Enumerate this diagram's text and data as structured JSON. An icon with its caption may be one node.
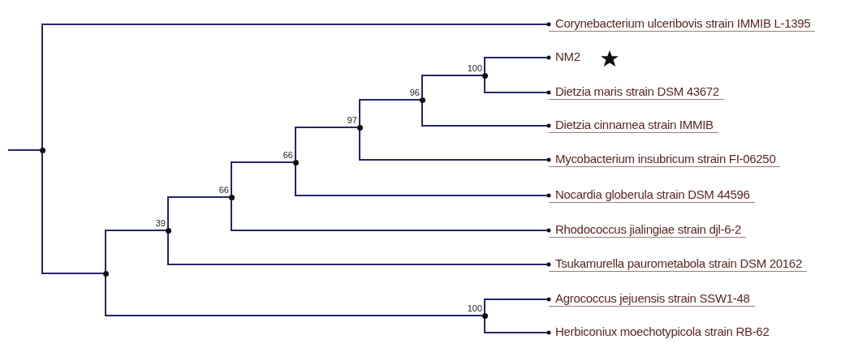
{
  "diagram": {
    "nodes": [
      {
        "text": [],
        "shape": "circle"
      },
      {
        "text": [
          "Corynebacterium ulceribovis strain IMMIB L-1395"
        ]
      },
      {
        "text": [
          "NM2"
        ]
      },
      {
        "text": [
          "Dietzia maris strain DSM 43672"
        ]
      },
      {
        "text": [
          "Dietzia cinnamea strain IMMIB"
        ]
      },
      {
        "text": [
          "Mycobacterium insubricum strain FI-06250"
        ]
      },
      {
        "text": [
          "Nocardia globerula strain DSM 44596"
        ]
      },
      {
        "text": [
          "Rhodococcus jialingiae strain djl-6-2"
        ]
      },
      {
        "text": [
          "Tsukamurella paurometabola strain DSM 20162"
        ]
      },
      {
        "text": [
          "Agrococcus jejuensis strain SSW1-48"
        ]
      },
      {
        "text": [
          "Herbiconiux moechotypicola strain RB-62"
        ]
      },
      {
        "text": [],
        "shape": "circle",
        "beside": [
          "100"
        ]
      },
      {
        "text": [],
        "shape": "circle",
        "beside": [
          "96"
        ]
      },
      {
        "text": [],
        "shape": "circle",
        "beside": [
          "97"
        ]
      },
      {
        "text": [],
        "shape": "circle",
        "beside": [
          "66"
        ]
      },
      {
        "text": [],
        "shape": "circle",
        "beside": [
          "66"
        ]
      },
      {
        "text": [],
        "shape": "circle",
        "beside": [
          "39"
        ]
      },
      {
        "text": [],
        "shape": "circle"
      },
      {
        "text": [],
        "shape": "circle",
        "beside": [
          "100"
        ]
      }
    ],
    "edges": [
      {
        "from": null,
        "to": 0,
        "arrow": "none"
      },
      {
        "from": 0,
        "to": 1,
        "arrow": "other"
      },
      {
        "from": 0,
        "to": 17,
        "arrow": "none"
      },
      {
        "from": 17,
        "to": 16,
        "arrow": "none"
      },
      {
        "from": 17,
        "to": 18,
        "arrow": "none"
      },
      {
        "from": 16,
        "to": 15,
        "arrow": "none"
      },
      {
        "from": 16,
        "to": 8,
        "arrow": "other"
      },
      {
        "from": 15,
        "to": 14,
        "arrow": "none"
      },
      {
        "from": 15,
        "to": 7,
        "arrow": "other"
      },
      {
        "from": 14,
        "to": 13,
        "arrow": "none"
      },
      {
        "from": 14,
        "to": 6,
        "arrow": "other"
      },
      {
        "from": 13,
        "to": 12,
        "arrow": "none"
      },
      {
        "from": 13,
        "to": 5,
        "arrow": "other"
      },
      {
        "from": 12,
        "to": 11,
        "arrow": "none"
      },
      {
        "from": 12,
        "to": 4,
        "arrow": "other"
      },
      {
        "from": 11,
        "to": 2,
        "arrow": "other"
      },
      {
        "from": 11,
        "to": 3,
        "arrow": "other"
      },
      {
        "from": 18,
        "to": 9,
        "arrow": "other"
      },
      {
        "from": 18,
        "to": 10,
        "arrow": "other"
      }
    ]
  }
}
